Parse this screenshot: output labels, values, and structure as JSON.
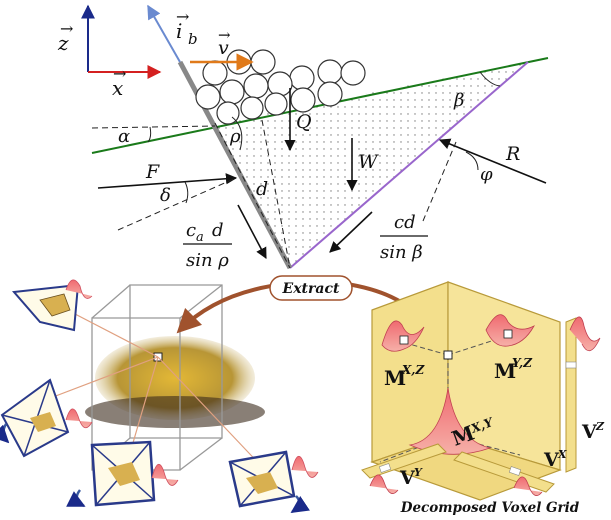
{
  "top_diagram": {
    "axis_z": "z",
    "axis_x": "x",
    "axis_ib": "i",
    "axis_ib_sub": "b",
    "velocity": "v",
    "angle_alpha": "α",
    "angle_rho": "ρ",
    "angle_beta": "β",
    "angle_delta": "δ",
    "angle_phi": "φ",
    "force_F": "F",
    "force_Q": "Q",
    "force_W": "W",
    "force_R": "R",
    "depth_d": "d",
    "frac_left_num_c": "c",
    "frac_left_num_sub": "a",
    "frac_left_num_d": "d",
    "frac_left_den": "sin ρ",
    "frac_right_num": "cd",
    "frac_right_den": "sin β",
    "colors": {
      "ground_line": "#1a7a1a",
      "blade": "#888888",
      "failure_plane": "#9966cc",
      "velocity_arrow": "#e07a1a",
      "axis": "#1a2a8a",
      "x_axis": "#d42020"
    }
  },
  "bottom_diagram": {
    "extract_label": "Extract",
    "matrix_xz": "M",
    "matrix_xz_sup": "X,Z",
    "matrix_yz": "M",
    "matrix_yz_sup": "Y,Z",
    "matrix_xy": "M",
    "matrix_xy_sup": "X,Y",
    "vector_z": "V",
    "vector_z_sup": "Z",
    "vector_y": "V",
    "vector_y_sup": "Y",
    "vector_x": "V",
    "vector_x_sup": "X",
    "caption": "Decomposed Voxel Grid",
    "colors": {
      "panel": "#f3df8c",
      "panel_edge": "#b89a3a",
      "extract_arrow": "#a0522d",
      "camera_frame": "#2a3a8a",
      "gaussian": "#e8606a"
    }
  }
}
